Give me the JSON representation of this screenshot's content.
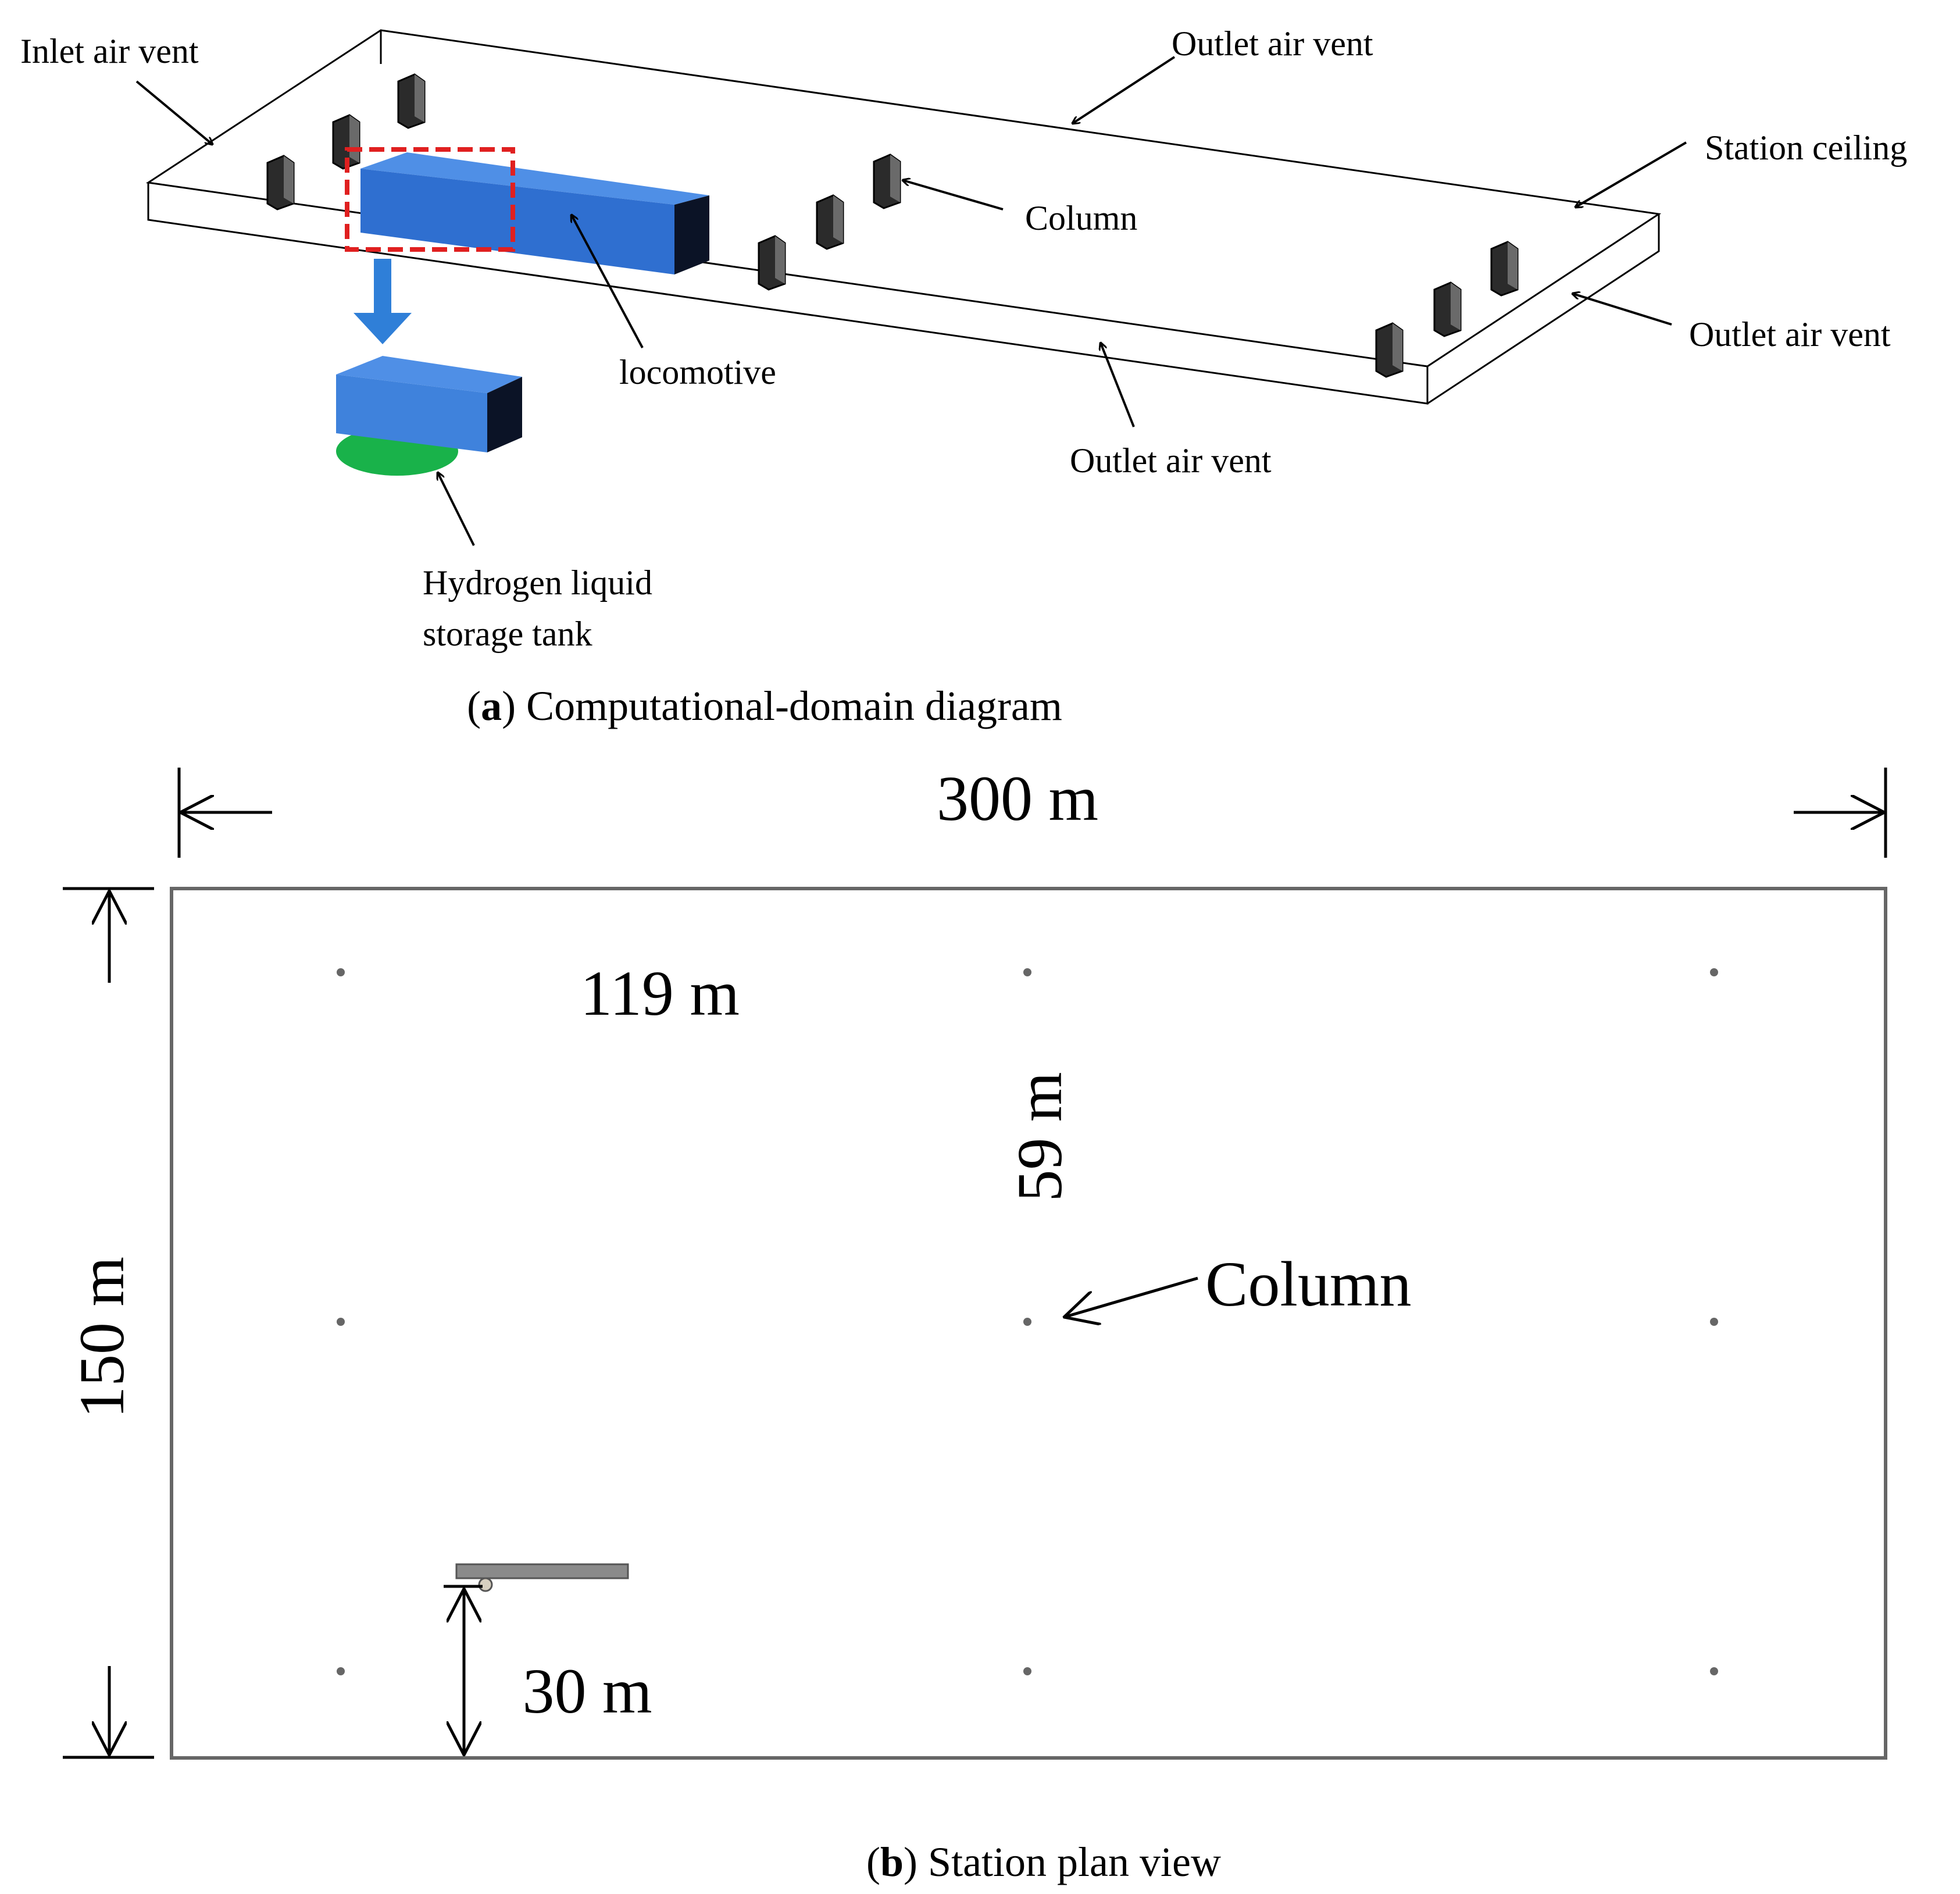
{
  "panel_a": {
    "labels": {
      "inlet_air_vent": "Inlet air vent",
      "outlet_air_vent_top": "Outlet air vent",
      "station_ceiling": "Station ceiling",
      "column": "Column",
      "outlet_air_vent_right": "Outlet air vent",
      "locomotive": "locomotive",
      "outlet_air_vent_bottom": "Outlet air vent",
      "tank_line1": "Hydrogen liquid",
      "tank_line2": "storage tank"
    },
    "caption_letter": "a",
    "caption_text": "Computational-domain diagram"
  },
  "panel_b": {
    "dimensions": {
      "width": "300 m",
      "height": "150 m",
      "column_spacing_x": "119 m",
      "column_spacing_y": "59 m",
      "locomotive_offset": "30 m"
    },
    "column_label": "Column",
    "caption_letter": "b",
    "caption_text": "Station plan view"
  },
  "colors": {
    "locomotive_top": "#4f8fe6",
    "locomotive_side": "#2f6fd0",
    "locomotive_end": "#0b1326",
    "tank": "#19b24a",
    "highlight_box": "#e02020",
    "down_arrow": "#2f7fd8",
    "column": "#333333",
    "plan_border": "#666666"
  }
}
